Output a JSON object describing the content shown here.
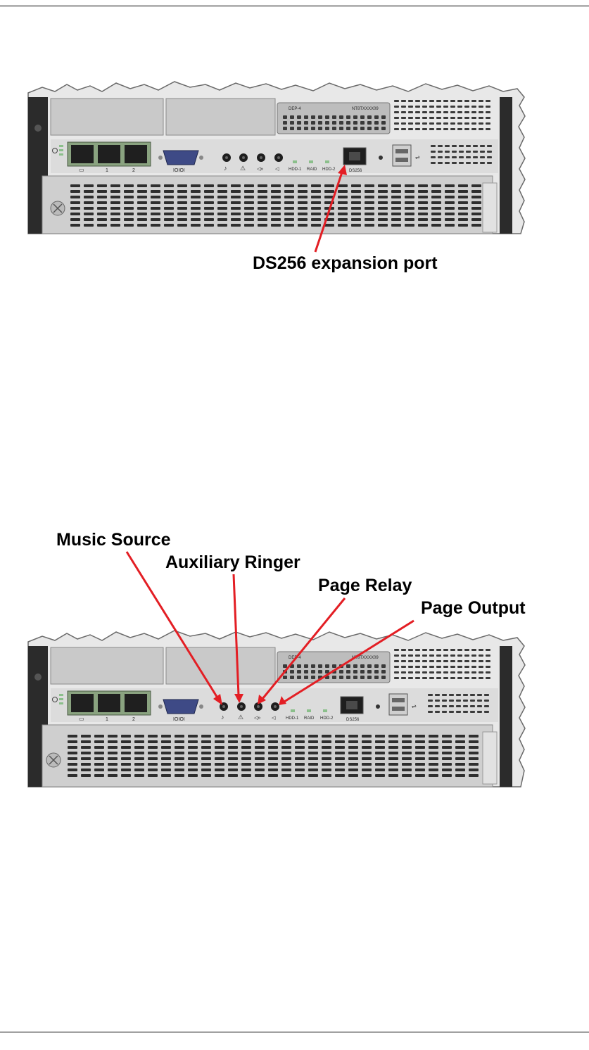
{
  "figure1": {
    "callout": "DS256 expansion port",
    "panel": {
      "card_label_left": "DEP-4",
      "card_label_right": "NT8TXXXX09",
      "serial_label": "IOIOI",
      "led_labels": [
        "HDD-1",
        "RAID",
        "HDD-2"
      ],
      "port_label": "DS256"
    }
  },
  "figure2": {
    "callouts": [
      "Music Source",
      "Auxiliary Ringer",
      "Page Relay",
      "Page Output"
    ],
    "panel": {
      "card_label_left": "DEP-4",
      "card_label_right": "NT8TXXXX09",
      "serial_label": "IOIOI",
      "led_labels": [
        "HDD-1",
        "RAID",
        "HDD-2"
      ],
      "port_label": "DS256"
    }
  },
  "colors": {
    "arrow": "#e31e24",
    "panel_face": "#d7d7d7",
    "panel_dark": "#1c1c1c"
  }
}
